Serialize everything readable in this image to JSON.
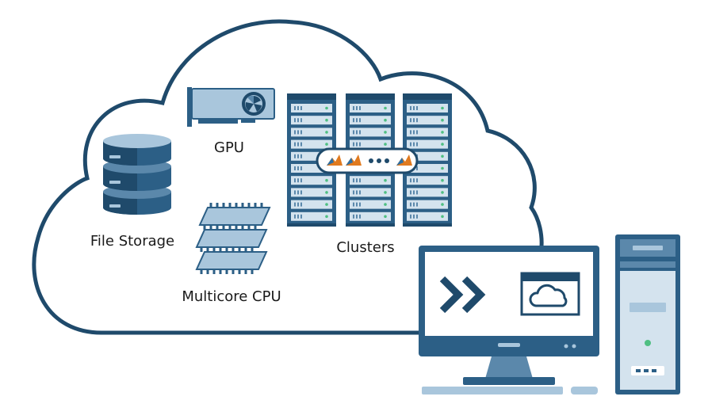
{
  "labels": {
    "gpu": "GPU",
    "file_storage": "File Storage",
    "multicore_cpu": "Multicore CPU",
    "clusters": "Clusters"
  },
  "icons": {
    "cloud": "cloud-outline",
    "gpu": "gpu-card-icon",
    "storage": "database-icon",
    "cpu": "cpu-chip-stack-icon",
    "cluster": "server-rack-icon",
    "matlab": "matlab-logo-icon",
    "monitor": "desktop-monitor-icon",
    "tower": "pc-tower-icon",
    "arrows": "double-chevron-icon",
    "cloud_window": "cloud-window-icon"
  },
  "colors": {
    "outline": "#1f4a6b",
    "dark_blue": "#2c5f86",
    "mid_blue": "#5b88ab",
    "light_blue": "#a9c6dc",
    "pale_blue": "#d4e3ee",
    "accent_green": "#4fbf82",
    "matlab_orange": "#e07a1f"
  }
}
